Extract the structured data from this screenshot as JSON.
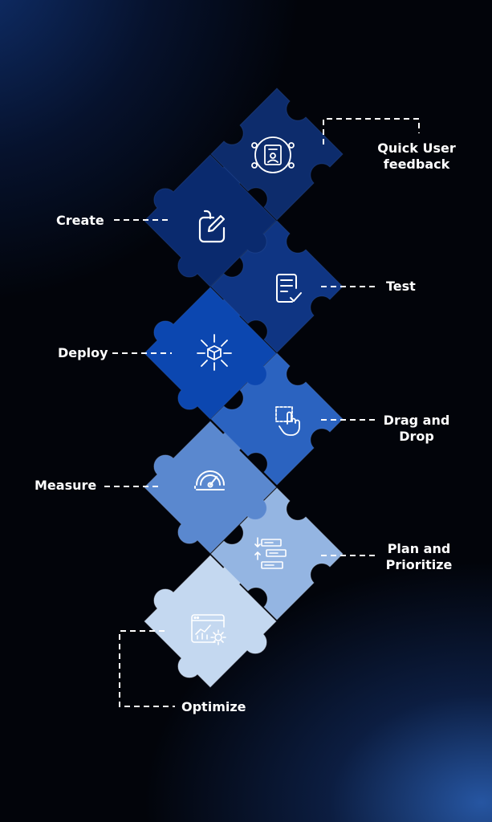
{
  "labels": {
    "quick_user_feedback_line1": "Quick User",
    "quick_user_feedback_line2": "feedback",
    "create": "Create",
    "test": "Test",
    "deploy": "Deploy",
    "drag_and_drop_line1": "Drag and",
    "drag_and_drop_line2": "Drop",
    "measure": "Measure",
    "plan_and_prioritize_line1": "Plan and",
    "plan_and_prioritize_line2": "Prioritize",
    "optimize": "Optimize"
  },
  "pieces": [
    {
      "name": "quick-user-feedback",
      "color": "#0d2c6c",
      "icon": "user-feedback-icon"
    },
    {
      "name": "create",
      "color": "#0a2a6e",
      "icon": "edit-icon"
    },
    {
      "name": "test",
      "color": "#0f3583",
      "icon": "checklist-icon"
    },
    {
      "name": "deploy",
      "color": "#0c47b0",
      "icon": "deploy-box-icon"
    },
    {
      "name": "drag-and-drop",
      "color": "#2b63c0",
      "icon": "drag-drop-hand-icon"
    },
    {
      "name": "measure",
      "color": "#5a88cf",
      "icon": "speedometer-icon"
    },
    {
      "name": "plan-and-prioritize",
      "color": "#94b5e2",
      "icon": "priority-list-icon"
    },
    {
      "name": "optimize",
      "color": "#c4d8f0",
      "icon": "analytics-gear-icon"
    }
  ],
  "colors": {
    "background": "#02040a",
    "glow": "#2a5aa8",
    "connector": "#ffffff",
    "icon_stroke": "#ffffff"
  }
}
